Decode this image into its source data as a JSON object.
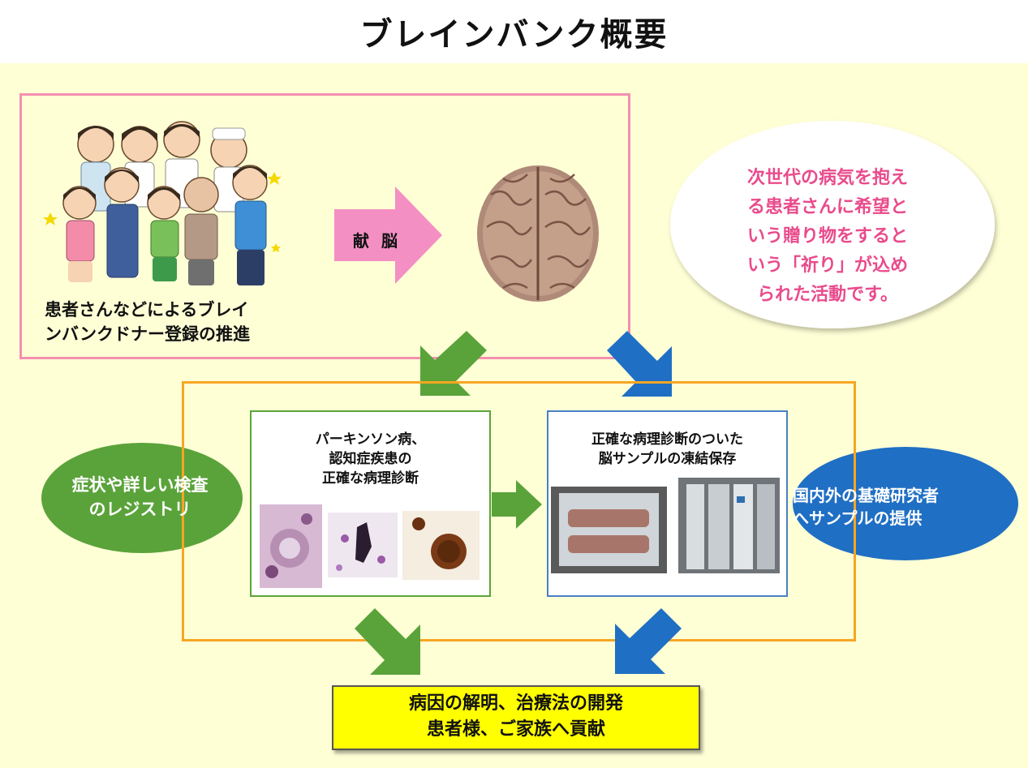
{
  "title": "ブレインバンク概要",
  "donor": {
    "caption_line1": "患者さんなどによるブレイ",
    "caption_line2": "ンバンクドナー登録の推進",
    "donate_label": "献 脳"
  },
  "hope": {
    "line1": "次世代の病気を抱え",
    "line2": "る患者さんに希望と",
    "line3": "いう贈り物をすると",
    "line4": "いう「祈り」が込め",
    "line5": "られた活動です。"
  },
  "diagnosis": {
    "line1": "パーキンソン病、",
    "line2": "認知症疾患の",
    "line3": "正確な病理診断"
  },
  "storage": {
    "line1": "正確な病理診断のついた",
    "line2": "脳サンプルの凍結保存"
  },
  "registry": {
    "line1": "症状や詳しい検査",
    "line2": "のレジストリ"
  },
  "provide": {
    "line1": "国内外の基礎研究者",
    "line2": "へサンプルの提供"
  },
  "result": {
    "line1": "病因の解明、治療法の開発",
    "line2": "患者様、ご家族へ貢献"
  },
  "colors": {
    "background": "#ffffd6",
    "pink": "#f48fb1",
    "orange": "#f6a623",
    "green": "#5aa33a",
    "blue": "#1f6fc4",
    "hope_text": "#e94b8c",
    "result_fill": "#ffff00"
  }
}
